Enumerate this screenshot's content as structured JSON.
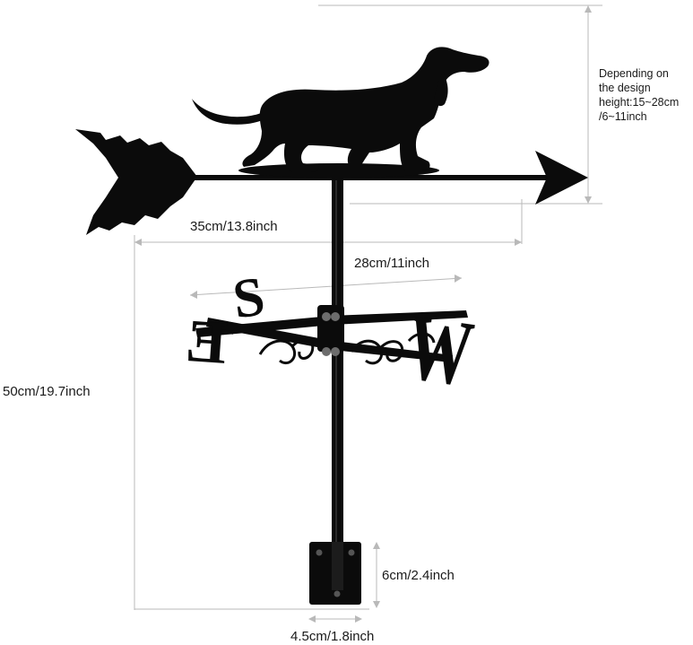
{
  "product": {
    "design_note": {
      "line1": "Depending on",
      "line2": "the design",
      "line3": "height:15~28cm",
      "line4": "/6~11inch"
    },
    "dimensions": {
      "arrow_length": "35cm/13.8inch",
      "cross_width": "28cm/11inch",
      "total_height": "50cm/19.7inch",
      "base_height": "6cm/2.4inch",
      "base_width": "4.5cm/1.8inch"
    },
    "compass_letters": [
      "S",
      "E",
      "W"
    ],
    "colors": {
      "silhouette": "#0b0b0b",
      "dimension_lines": "#b9b9b9",
      "text": "#1a1a1a"
    }
  }
}
